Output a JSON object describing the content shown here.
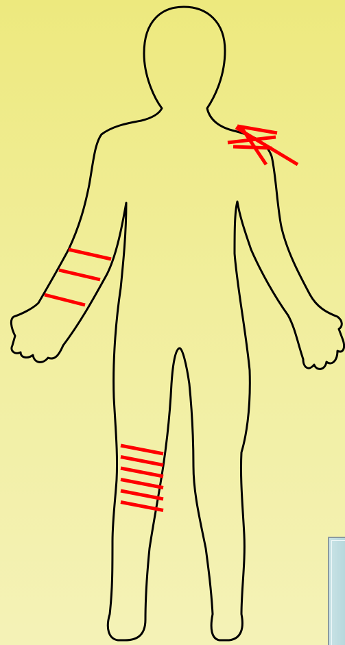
{
  "colors": {
    "background_top": "#ede97e",
    "background_bottom": "#f4f2b7",
    "outline": "#000000",
    "marks": "#ff0000",
    "panel": "#c0dde1"
  },
  "markings": {
    "shoulder": {
      "count": 5,
      "style": "crossed"
    },
    "forearm": {
      "count": 3,
      "style": "parallel"
    },
    "lower_leg": {
      "count": 6,
      "style": "parallel"
    }
  }
}
